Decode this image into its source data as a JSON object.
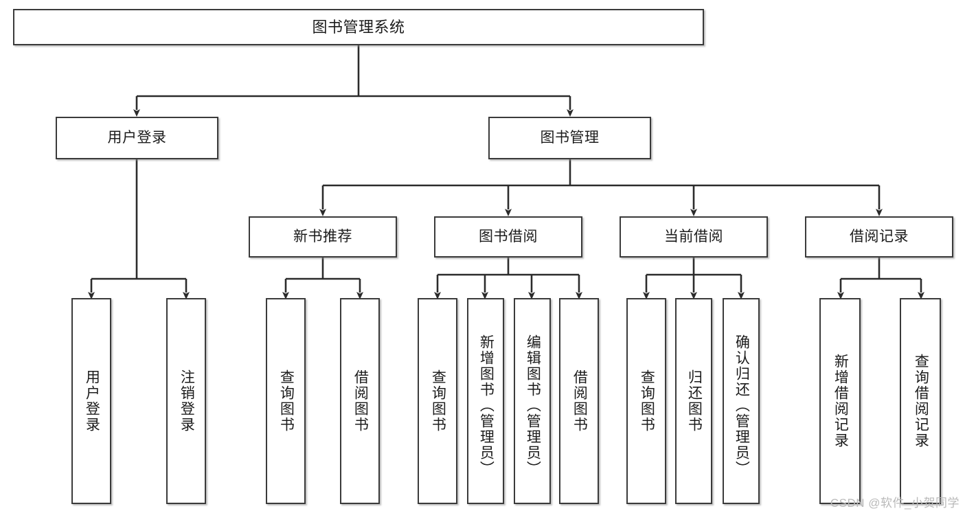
{
  "diagram": {
    "title": "图书管理系统",
    "type": "tree-hierarchy",
    "watermark": "CSDN @软件_小贺同学",
    "colors": {
      "box_border": "#3a3a3a",
      "box_fill": "#ffffff",
      "connector": "#2b2b2b",
      "text": "#1b1b1b",
      "watermark": "#b9b9b9"
    },
    "nodes": {
      "root": {
        "label": "图书管理系统"
      },
      "level2": [
        {
          "id": "user-login",
          "label": "用户登录"
        },
        {
          "id": "book-management",
          "label": "图书管理"
        }
      ],
      "level3": [
        {
          "id": "new-book-recommend",
          "label": "新书推荐"
        },
        {
          "id": "book-borrow",
          "label": "图书借阅"
        },
        {
          "id": "current-borrow",
          "label": "当前借阅"
        },
        {
          "id": "borrow-record",
          "label": "借阅记录"
        }
      ],
      "leaves": {
        "user_login": [
          {
            "id": "leaf-user-login",
            "label": "用户登录"
          },
          {
            "id": "leaf-logout-login",
            "label": "注销登录"
          }
        ],
        "new_book_recommend": [
          {
            "id": "leaf-query-book-1",
            "label": "查询图书"
          },
          {
            "id": "leaf-borrow-book-1",
            "label": "借阅图书"
          }
        ],
        "book_borrow": [
          {
            "id": "leaf-query-book-2",
            "label": "查询图书"
          },
          {
            "id": "leaf-add-book",
            "label": "新增图书（管理员）"
          },
          {
            "id": "leaf-edit-book",
            "label": "编辑图书（管理员）"
          },
          {
            "id": "leaf-borrow-book-2",
            "label": "借阅图书"
          }
        ],
        "current_borrow": [
          {
            "id": "leaf-query-book-3",
            "label": "查询图书"
          },
          {
            "id": "leaf-return-book",
            "label": "归还图书"
          },
          {
            "id": "leaf-confirm-return",
            "label": "确认归还（管理员）"
          }
        ],
        "borrow_record": [
          {
            "id": "leaf-add-record",
            "label": "新增借阅记录"
          },
          {
            "id": "leaf-query-record",
            "label": "查询借阅记录"
          }
        ]
      }
    }
  }
}
